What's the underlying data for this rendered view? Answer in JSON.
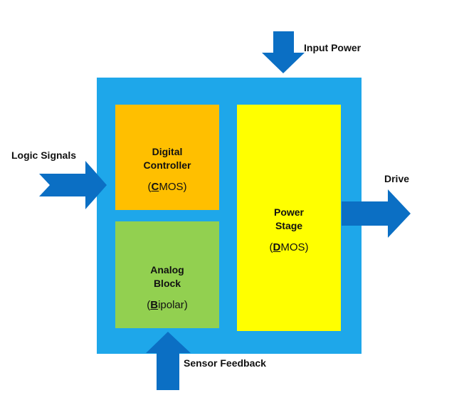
{
  "colors": {
    "chip": "#1ea7ea",
    "digital": "#ffbf00",
    "analog": "#92d050",
    "power": "#ffff00",
    "arrow": "#0b6fc4"
  },
  "blocks": {
    "digital": {
      "line1": "Digital",
      "line2": "Controller",
      "tech_open": "(",
      "tech_key": "C",
      "tech_rest": "MOS)"
    },
    "analog": {
      "line1": "Analog",
      "line2": "Block",
      "tech_open": "(",
      "tech_key": "B",
      "tech_rest": "ipolar)"
    },
    "power": {
      "line1": "Power",
      "line2": "Stage",
      "tech_open": "(",
      "tech_key": "D",
      "tech_rest": "MOS)"
    }
  },
  "labels": {
    "input_power": "Input Power",
    "logic_signals": "Logic Signals",
    "drive": "Drive",
    "sensor_feedback": "Sensor Feedback"
  }
}
